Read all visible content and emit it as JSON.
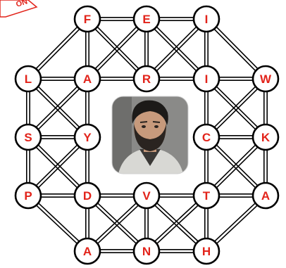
{
  "banner": {
    "text": "ON",
    "color": "#e2231a"
  },
  "colors": {
    "node_fill": "#ffffff",
    "node_stroke": "#000000",
    "letter": "#e2231a",
    "edge": "#000000",
    "photo_bg": "#8a8a88",
    "photo_hair": "#1c1a18",
    "photo_skin": "#c79a7c",
    "photo_beard": "#2a2420",
    "photo_shirt": "#d8d8d4"
  },
  "photo": {
    "icon": "person-portrait"
  },
  "nodes": [
    {
      "id": "t1",
      "letter": "F"
    },
    {
      "id": "t2",
      "letter": "E"
    },
    {
      "id": "t3",
      "letter": "I"
    },
    {
      "id": "m1",
      "letter": "L"
    },
    {
      "id": "m2",
      "letter": "A"
    },
    {
      "id": "m3",
      "letter": "R"
    },
    {
      "id": "m4",
      "letter": "I"
    },
    {
      "id": "m5",
      "letter": "W"
    },
    {
      "id": "r1",
      "letter": "S"
    },
    {
      "id": "r2",
      "letter": "Y"
    },
    {
      "id": "r3",
      "letter": "C"
    },
    {
      "id": "r4",
      "letter": "K"
    },
    {
      "id": "b1",
      "letter": "P"
    },
    {
      "id": "b2",
      "letter": "D"
    },
    {
      "id": "b3",
      "letter": "V"
    },
    {
      "id": "b4",
      "letter": "T"
    },
    {
      "id": "b5",
      "letter": "A"
    },
    {
      "id": "z1",
      "letter": "A"
    },
    {
      "id": "z2",
      "letter": "N"
    },
    {
      "id": "z3",
      "letter": "H"
    }
  ]
}
